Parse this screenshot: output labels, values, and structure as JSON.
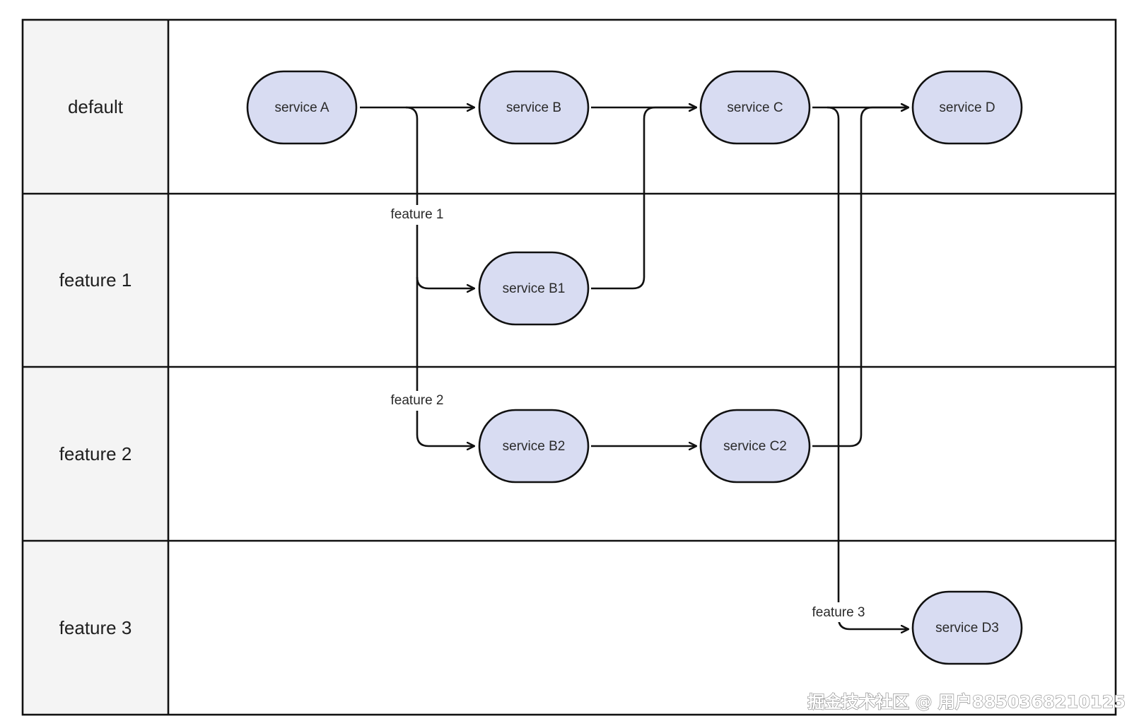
{
  "colors": {
    "border": "#111111",
    "lane_header_bg": "#f4f4f4",
    "node_fill": "#d8dcf2",
    "canvas_bg": "#ffffff"
  },
  "lanes": [
    {
      "id": "default",
      "label": "default"
    },
    {
      "id": "feature1",
      "label": "feature 1"
    },
    {
      "id": "feature2",
      "label": "feature 2"
    },
    {
      "id": "feature3",
      "label": "feature 3"
    }
  ],
  "nodes": [
    {
      "id": "A",
      "label": "service A"
    },
    {
      "id": "B",
      "label": "service B"
    },
    {
      "id": "C",
      "label": "service C"
    },
    {
      "id": "D",
      "label": "service D"
    },
    {
      "id": "B1",
      "label": "service B1"
    },
    {
      "id": "B2",
      "label": "service B2"
    },
    {
      "id": "C2",
      "label": "service C2"
    },
    {
      "id": "D3",
      "label": "service D3"
    }
  ],
  "edges": [
    {
      "id": "A-B",
      "from": "A",
      "to": "B"
    },
    {
      "id": "A-B1",
      "from": "A",
      "to": "B1",
      "label": "feature 1"
    },
    {
      "id": "A-B2",
      "from": "A",
      "to": "B2",
      "label": "feature 2"
    },
    {
      "id": "B-C",
      "from": "B",
      "to": "C"
    },
    {
      "id": "B1-C",
      "from": "B1",
      "to": "C"
    },
    {
      "id": "B2-C2",
      "from": "B2",
      "to": "C2"
    },
    {
      "id": "C-D",
      "from": "C",
      "to": "D"
    },
    {
      "id": "C2-D",
      "from": "C2",
      "to": "D"
    },
    {
      "id": "C-D3",
      "from": "C",
      "to": "D3",
      "label": "feature 3"
    }
  ],
  "watermark": "掘金技术社区 @ 用户8850368210125"
}
